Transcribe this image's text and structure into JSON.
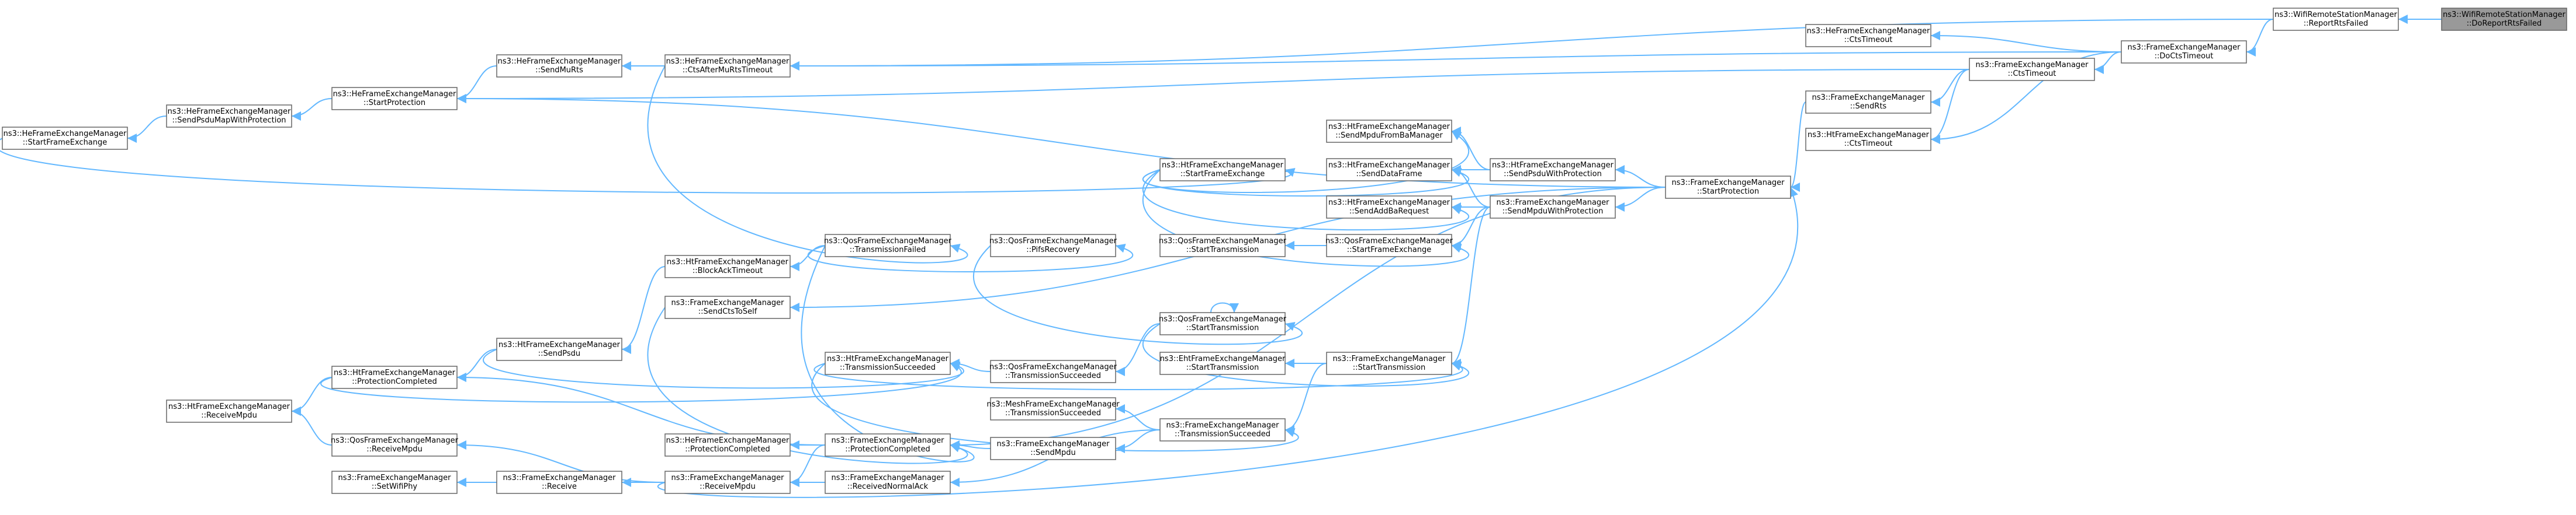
{
  "nodes": [
    {
      "id": "n_doreport",
      "lines": [
        "ns3::WifiRemoteStationManager",
        "::DoReportRtsFailed"
      ],
      "highlight": true
    },
    {
      "id": "n_reportrts",
      "lines": [
        "ns3::WifiRemoteStationManager",
        "::ReportRtsFailed"
      ]
    },
    {
      "id": "n_docts",
      "lines": [
        "ns3::FrameExchangeManager",
        "::DoCtsTimeout"
      ]
    },
    {
      "id": "n_fem_ctstimeout",
      "lines": [
        "ns3::FrameExchangeManager",
        "::CtsTimeout"
      ]
    },
    {
      "id": "n_he_ctstimeout",
      "lines": [
        "ns3::HeFrameExchangeManager",
        "::CtsTimeout"
      ]
    },
    {
      "id": "n_fem_sendrts",
      "lines": [
        "ns3::FrameExchangeManager",
        "::SendRts"
      ]
    },
    {
      "id": "n_ht_ctstimeout",
      "lines": [
        "ns3::HtFrameExchangeManager",
        "::CtsTimeout"
      ]
    },
    {
      "id": "n_fem_startprot",
      "lines": [
        "ns3::FrameExchangeManager",
        "::StartProtection"
      ]
    },
    {
      "id": "n_he_ctsafter",
      "lines": [
        "ns3::HeFrameExchangeManager",
        "::CtsAfterMuRtsTimeout"
      ]
    },
    {
      "id": "n_he_sendmurts",
      "lines": [
        "ns3::HeFrameExchangeManager",
        "::SendMuRts"
      ]
    },
    {
      "id": "n_he_startprot",
      "lines": [
        "ns3::HeFrameExchangeManager",
        "::StartProtection"
      ]
    },
    {
      "id": "n_he_sendpsdumap",
      "lines": [
        "ns3::HeFrameExchangeManager",
        "::SendPsduMapWithProtection"
      ]
    },
    {
      "id": "n_he_startfe",
      "lines": [
        "ns3::HeFrameExchangeManager",
        "::StartFrameExchange"
      ]
    },
    {
      "id": "n_ht_startfe",
      "lines": [
        "ns3::HtFrameExchangeManager",
        "::StartFrameExchange"
      ]
    },
    {
      "id": "n_ht_sendmpdufromba",
      "lines": [
        "ns3::HtFrameExchangeManager",
        "::SendMpduFromBaManager"
      ]
    },
    {
      "id": "n_ht_senddataframe",
      "lines": [
        "ns3::HtFrameExchangeManager",
        "::SendDataFrame"
      ]
    },
    {
      "id": "n_ht_sendaddbareq",
      "lines": [
        "ns3::HtFrameExchangeManager",
        "::SendAddBaRequest"
      ]
    },
    {
      "id": "n_ht_sendpsduwp",
      "lines": [
        "ns3::HtFrameExchangeManager",
        "::SendPsduWithProtection"
      ]
    },
    {
      "id": "n_fem_sendmpduwp",
      "lines": [
        "ns3::FrameExchangeManager",
        "::SendMpduWithProtection"
      ]
    },
    {
      "id": "n_qos_starttx_a",
      "lines": [
        "ns3::QosFrameExchangeManager",
        "::StartTransmission"
      ]
    },
    {
      "id": "n_qos_startfe",
      "lines": [
        "ns3::QosFrameExchangeManager",
        "::StartFrameExchange"
      ]
    },
    {
      "id": "n_qos_txfailed",
      "lines": [
        "ns3::QosFrameExchangeManager",
        "::TransmissionFailed"
      ]
    },
    {
      "id": "n_qos_pifs",
      "lines": [
        "ns3::QosFrameExchangeManager",
        "::PifsRecovery"
      ]
    },
    {
      "id": "n_ht_blockack",
      "lines": [
        "ns3::HtFrameExchangeManager",
        "::BlockAckTimeout"
      ]
    },
    {
      "id": "n_fem_sendcts",
      "lines": [
        "ns3::FrameExchangeManager",
        "::SendCtsToSelf"
      ]
    },
    {
      "id": "n_qos_starttx_b",
      "lines": [
        "ns3::QosFrameExchangeManager",
        "::StartTransmission"
      ]
    },
    {
      "id": "n_eht_starttx",
      "lines": [
        "ns3::EhtFrameExchangeManager",
        "::StartTransmission"
      ]
    },
    {
      "id": "n_fem_starttx",
      "lines": [
        "ns3::FrameExchangeManager",
        "::StartTransmission"
      ]
    },
    {
      "id": "n_ht_sendpsdu",
      "lines": [
        "ns3::HtFrameExchangeManager",
        "::SendPsdu"
      ]
    },
    {
      "id": "n_ht_txsucc",
      "lines": [
        "ns3::HtFrameExchangeManager",
        "::TransmissionSucceeded"
      ]
    },
    {
      "id": "n_qos_txsucc",
      "lines": [
        "ns3::QosFrameExchangeManager",
        "::TransmissionSucceeded"
      ]
    },
    {
      "id": "n_ht_protcompl",
      "lines": [
        "ns3::HtFrameExchangeManager",
        "::ProtectionCompleted"
      ]
    },
    {
      "id": "n_ht_recvmpdu",
      "lines": [
        "ns3::HtFrameExchangeManager",
        "::ReceiveMpdu"
      ]
    },
    {
      "id": "n_mesh_txsucc",
      "lines": [
        "ns3::MeshFrameExchangeManager",
        "::TransmissionSucceeded"
      ]
    },
    {
      "id": "n_fem_txsucc",
      "lines": [
        "ns3::FrameExchangeManager",
        "::TransmissionSucceeded"
      ]
    },
    {
      "id": "n_he_protcompl",
      "lines": [
        "ns3::HeFrameExchangeManager",
        "::ProtectionCompleted"
      ]
    },
    {
      "id": "n_fem_protcompl",
      "lines": [
        "ns3::FrameExchangeManager",
        "::ProtectionCompleted"
      ]
    },
    {
      "id": "n_fem_sendmpdu",
      "lines": [
        "ns3::FrameExchangeManager",
        "::SendMpdu"
      ]
    },
    {
      "id": "n_qos_recvmpdu",
      "lines": [
        "ns3::QosFrameExchangeManager",
        "::ReceiveMpdu"
      ]
    },
    {
      "id": "n_fem_setwifiphy",
      "lines": [
        "ns3::FrameExchangeManager",
        "::SetWifiPhy"
      ]
    },
    {
      "id": "n_fem_receive",
      "lines": [
        "ns3::FrameExchangeManager",
        "::Receive"
      ]
    },
    {
      "id": "n_fem_recvmpdu",
      "lines": [
        "ns3::FrameExchangeManager",
        "::ReceiveMpdu"
      ]
    },
    {
      "id": "n_fem_recvnormalack",
      "lines": [
        "ns3::FrameExchangeManager",
        "::ReceivedNormalAck"
      ]
    }
  ]
}
